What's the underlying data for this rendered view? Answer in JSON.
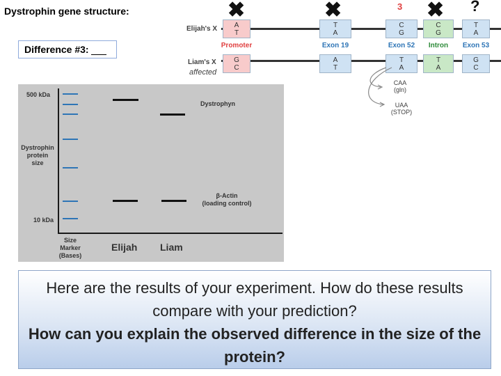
{
  "title": "Dystrophin gene structure:",
  "difference_box": {
    "label": "Difference #3:"
  },
  "gene_map": {
    "elijah_label": "Elijah's X",
    "liam_label": "Liam's X",
    "affected": "affected",
    "regions": [
      "Promoter",
      "Exon 19",
      "Exon 52",
      "Intron",
      "Exon 53"
    ],
    "elijah_cells": [
      [
        "A",
        "T"
      ],
      [
        "T",
        "A"
      ],
      [
        "C",
        "G"
      ],
      [
        "C",
        "G"
      ],
      [
        "T",
        "A"
      ]
    ],
    "liam_cells": [
      [
        "G",
        "C"
      ],
      [
        "A",
        "T"
      ],
      [
        "T",
        "A"
      ],
      [
        "T",
        "A"
      ],
      [
        "G",
        "C"
      ]
    ],
    "cell_colors": [
      "pink",
      "blue",
      "blue",
      "green",
      "blue"
    ],
    "marks": [
      "x",
      "x",
      "3",
      "x",
      "?"
    ],
    "codon_note_1": [
      "CAA",
      "(gln)"
    ],
    "codon_note_2": [
      "UAA",
      "(STOP)"
    ]
  },
  "gel": {
    "size_top": "500 kDa",
    "size_bottom": "10 kDa",
    "axis_label": [
      "Dystrophin",
      "protein",
      "size"
    ],
    "marker_label": [
      "Size",
      "Marker",
      "(Bases)"
    ],
    "lanes": [
      "Elijah",
      "Liam"
    ],
    "dystrophin_label": "Dystrophyn",
    "actin_label": [
      "β-Actin",
      "(loading control)"
    ]
  },
  "callout": {
    "line1": "Here are the results of your experiment. How do these results compare with your prediction?",
    "line2": "How can you explain the observed difference in the size of the protein?"
  }
}
